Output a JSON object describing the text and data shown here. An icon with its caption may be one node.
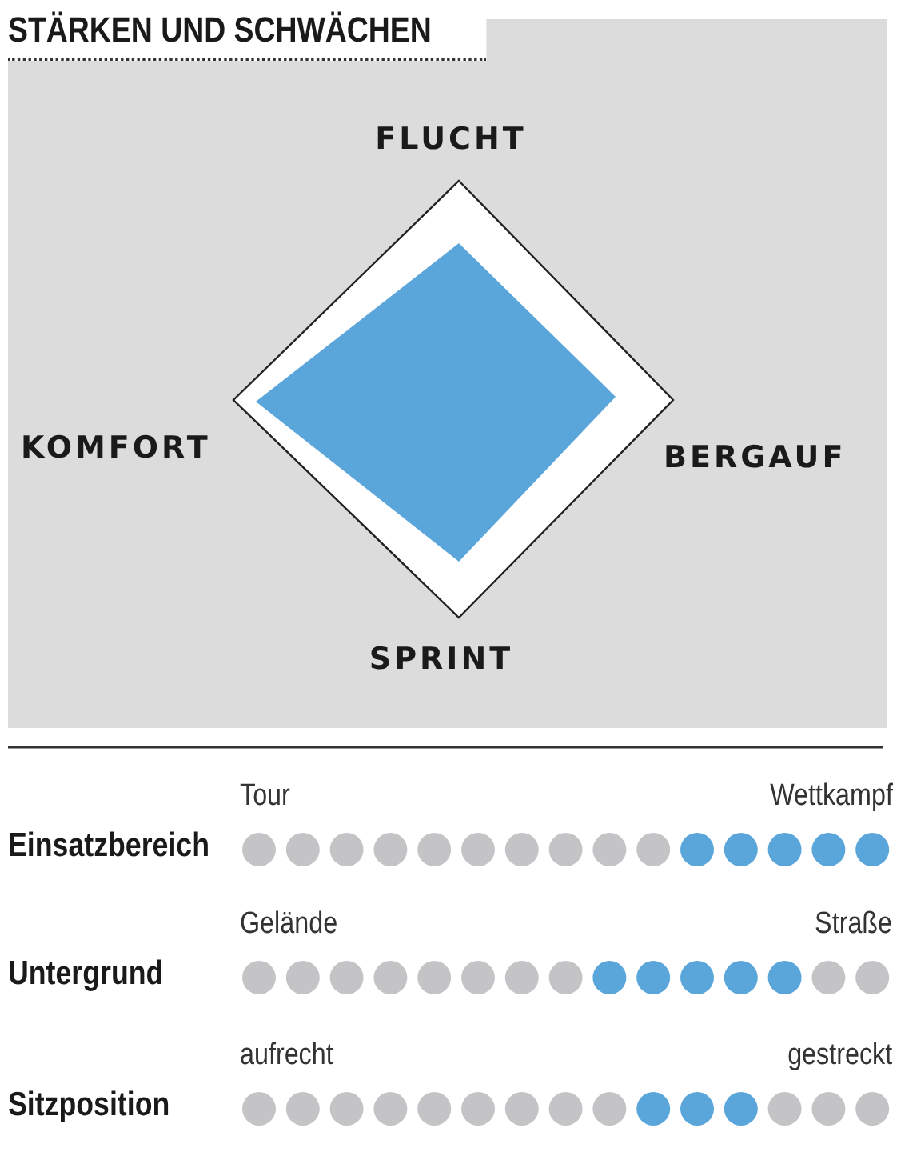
{
  "diagram": {
    "title": "STÄRKEN UND SCHWÄCHEN",
    "labels": [
      "FLUCHT",
      "KOMFORT",
      "BERGAUF",
      "SPRINT",
      "Tour",
      "Wettkampf",
      "Einsatzbereich",
      "Gelände",
      "Straße",
      "Untergrund",
      "aufrecht",
      "gestreckt",
      "Sitzposition"
    ]
  }
}
